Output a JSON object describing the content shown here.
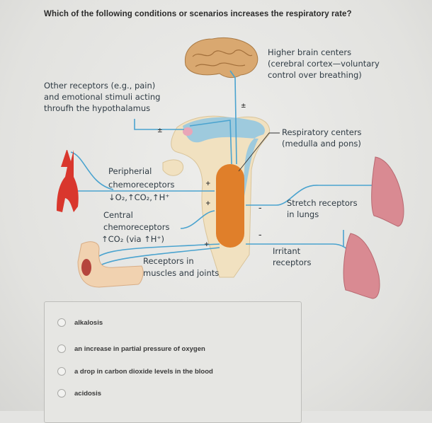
{
  "question": "Which of the following conditions or scenarios increases the respiratory rate?",
  "diagram": {
    "higher_brain": [
      "Higher brain centers",
      "(cerebral cortex—voluntary",
      "control over breathing)"
    ],
    "other_receptors": [
      "Other receptors (e.g., pain)",
      "and emotional stimuli acting",
      "throufh the hypothalamus"
    ],
    "respiratory_centers": [
      "Respiratory centers",
      "(medulla and pons)"
    ],
    "peripheral": [
      "Peripherial",
      "chemoreceptors",
      "↓O₂,↑CO₂,↑H⁺"
    ],
    "central": [
      "Central",
      "chemoreceptors",
      "↑CO₂ (via ↑H⁺)"
    ],
    "muscles": [
      "Receptors in",
      "muscles and joints"
    ],
    "stretch": [
      "Stretch receptors",
      "in lungs"
    ],
    "irritant": [
      "Irritant",
      "receptors"
    ],
    "signs": {
      "plus_minus": "±",
      "plus": "+",
      "minus": "–"
    }
  },
  "options": [
    {
      "label": "alkalosis",
      "selected": false
    },
    {
      "label": "an increase in partial pressure of oxygen",
      "selected": false
    },
    {
      "label": "a drop in carbon dioxide levels in the blood",
      "selected": false
    },
    {
      "label": "acidosis",
      "selected": false
    }
  ],
  "colors": {
    "nerve": "#4aa3cf",
    "center": "#e07f2a",
    "lung": "#d98a92",
    "brain": "#d9a870"
  }
}
